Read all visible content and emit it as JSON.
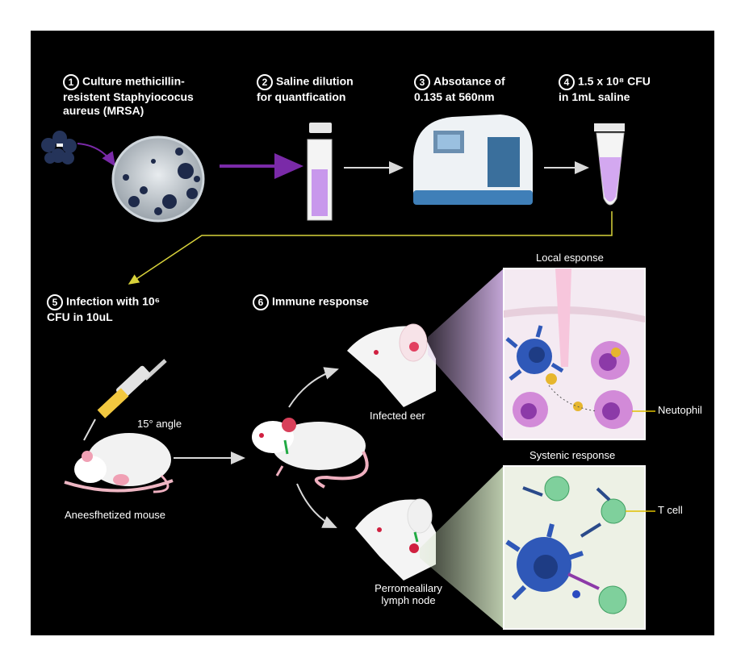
{
  "steps": [
    {
      "number": "1",
      "lines": "Culture methicillin-\nresistent Staphyiococus\naureus (MRSA)"
    },
    {
      "number": "2",
      "lines": "Saline dilution\nfor quantfication"
    },
    {
      "number": "3",
      "lines": "Absotance of\n0.135 at 560nm"
    },
    {
      "number": "4",
      "lines": "1.5 x 10⁸ CFU\nin 1mL saline"
    },
    {
      "number": "5",
      "lines": "Infection with 10⁶\nCFU in 10uL"
    },
    {
      "number": "6",
      "lines": "Immune response"
    }
  ],
  "labels": {
    "angle": "15° angle",
    "mouse": "Aneesfhetized mouse",
    "infected_ear": "Infected eer",
    "lymph_node": "Perromealilary\nlymph node",
    "local_response": "Local esponse",
    "systemic_response": "Systenic response",
    "neutrophil": "Neutophil",
    "t_cell": "T cell"
  },
  "colors": {
    "background": "#000000",
    "frame": "#ffffff",
    "purple_arrow": "#7a2aa8",
    "yellow_line": "#d8d23a",
    "local_panel_tint": "#b48ad6",
    "systemic_panel_tint": "#b9cba5",
    "neutrophil_line": "#e0c000",
    "tcell_line": "#e0c000"
  },
  "icons": [
    "bacteria-cluster-icon",
    "petri-dish-icon",
    "cuvette-icon",
    "spectrophotometer-icon",
    "tube-icon",
    "syringe-icon",
    "mouse-icon"
  ]
}
